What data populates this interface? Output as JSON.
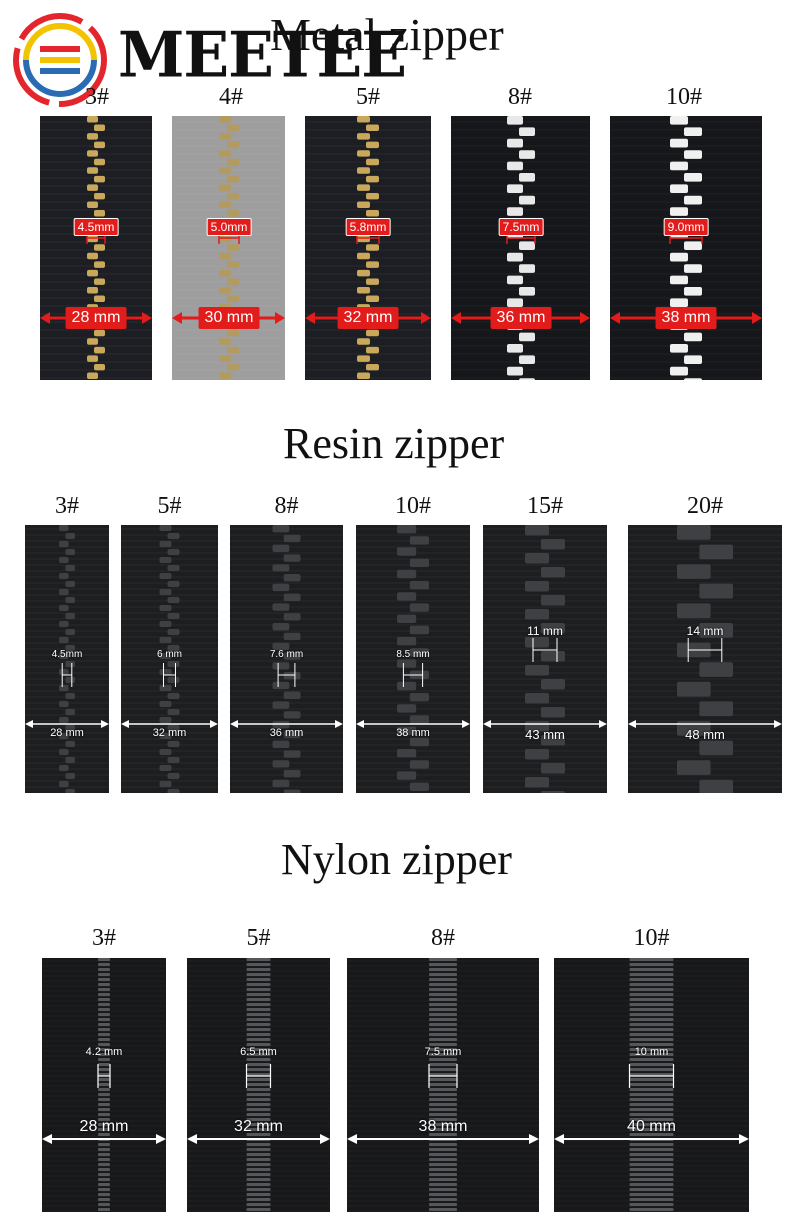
{
  "brand": {
    "name": "MEETEE",
    "colors": [
      "#e3262d",
      "#f3c300",
      "#2b6bb3",
      "#8a2b2b"
    ]
  },
  "sections": {
    "metal": {
      "title": "Metal zipper",
      "items": [
        {
          "size": "3#",
          "teeth": "4.5mm",
          "width": "28 mm",
          "tape": "#1c1e23",
          "tooth": "#c9a85b"
        },
        {
          "size": "4#",
          "teeth": "5.0mm",
          "width": "30 mm",
          "tape": "#9e9e9e",
          "tooth": "#b39a5e"
        },
        {
          "size": "5#",
          "teeth": "5.8mm",
          "width": "32 mm",
          "tape": "#1c1e23",
          "tooth": "#c9a85b"
        },
        {
          "size": "8#",
          "teeth": "7.5mm",
          "width": "36 mm",
          "tape": "#15171b",
          "tooth": "#e8e8e8"
        },
        {
          "size": "10#",
          "teeth": "9.0mm",
          "width": "38 mm",
          "tape": "#15171b",
          "tooth": "#f0f0f0"
        }
      ]
    },
    "resin": {
      "title": "Resin zipper",
      "items": [
        {
          "size": "3#",
          "teeth": "4.5mm",
          "width": "28 mm"
        },
        {
          "size": "5#",
          "teeth": "6 mm",
          "width": "32 mm"
        },
        {
          "size": "8#",
          "teeth": "7.6 mm",
          "width": "36 mm"
        },
        {
          "size": "10#",
          "teeth": "8.5 mm",
          "width": "38 mm"
        },
        {
          "size": "15#",
          "teeth": "11 mm",
          "width": "43 mm"
        },
        {
          "size": "20#",
          "teeth": "14 mm",
          "width": "48 mm"
        }
      ]
    },
    "nylon": {
      "title": "Nylon zipper",
      "items": [
        {
          "size": "3#",
          "teeth": "4.2 mm",
          "width": "28 mm"
        },
        {
          "size": "5#",
          "teeth": "6.5 mm",
          "width": "32 mm"
        },
        {
          "size": "8#",
          "teeth": "7.5 mm",
          "width": "38 mm"
        },
        {
          "size": "10#",
          "teeth": "10 mm",
          "width": "40 mm"
        }
      ]
    }
  }
}
